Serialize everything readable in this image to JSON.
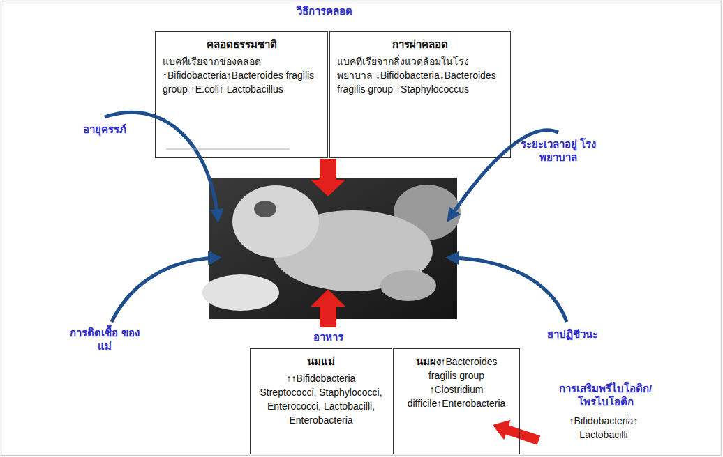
{
  "diagram": {
    "title": "วิธีการคลอด",
    "nodes": [
      {
        "text": [
          "คลอดธรรมชาติ",
          "แบคทีเรียจากช่องคลอด ↑Bifidobacteria↑Bacteroides fragilis group ↑E.coli↑ Lactobacillus"
        ]
      },
      {
        "text": [
          "การผ่าคลอด",
          "แบคทีเรียจากสิ่งแวดล้อมในโรงพยาบาล ↓Bifidobacteria↓Bacteroides fragilis group ↑Staphylococcus"
        ]
      },
      {
        "text": [
          "นมแม่",
          "↑↑Bifidobacteria Streptococci, Staphylococci, Enterococci, Lactobacilli, Enterobacteria"
        ]
      },
      {
        "text": [
          "นมผง",
          "↑Bacteroides fragilis group ↑Clostridium difficile↑Enterobacteria"
        ]
      }
    ],
    "labels": [
      "อายุครรภ์",
      "ระยะเวลาอยู่ โรงพยาบาล",
      "การติดเชื้อ ของแม่",
      "ยาปฏิชีวนะ",
      "อาหาร",
      "การเสริมพรีไบโอติก/ โพรไบโอติก",
      "↑Bifidobacteria↑ Lactobacilli"
    ]
  }
}
